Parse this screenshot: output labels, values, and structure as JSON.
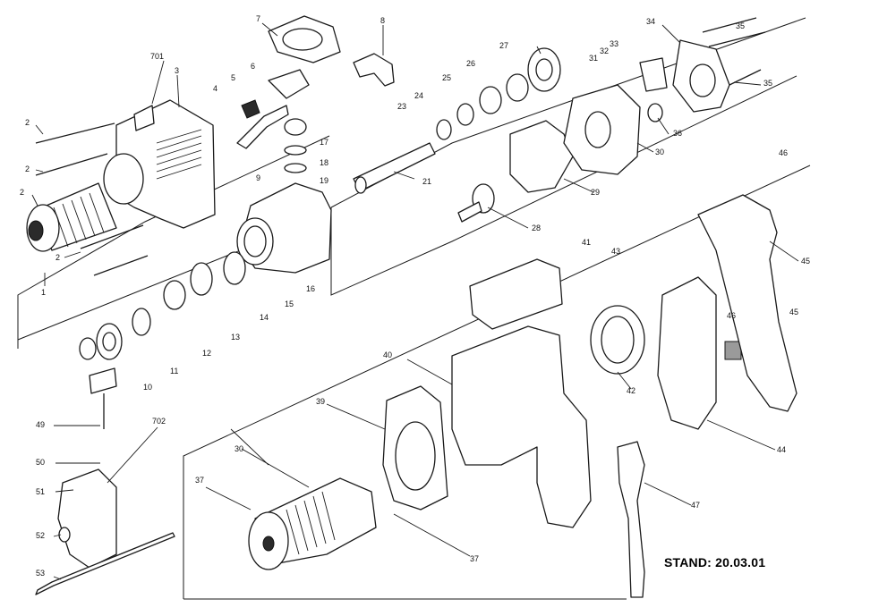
{
  "stand_label": "STAND: 20.03.01",
  "part_callouts": [
    "701",
    "3",
    "2",
    "2",
    "2",
    "2",
    "1",
    "7",
    "6",
    "5",
    "4",
    "9",
    "17",
    "18",
    "19",
    "8",
    "21",
    "16",
    "15",
    "14",
    "13",
    "12",
    "11",
    "10",
    "24",
    "23",
    "25",
    "26",
    "27",
    "31",
    "32",
    "33",
    "34",
    "35",
    "35",
    "36",
    "30",
    "29",
    "28",
    "41",
    "43",
    "46",
    "45",
    "45",
    "46",
    "42",
    "40",
    "39",
    "44",
    "47",
    "49",
    "50",
    "51",
    "52",
    "53",
    "702",
    "37",
    "30",
    "37"
  ]
}
